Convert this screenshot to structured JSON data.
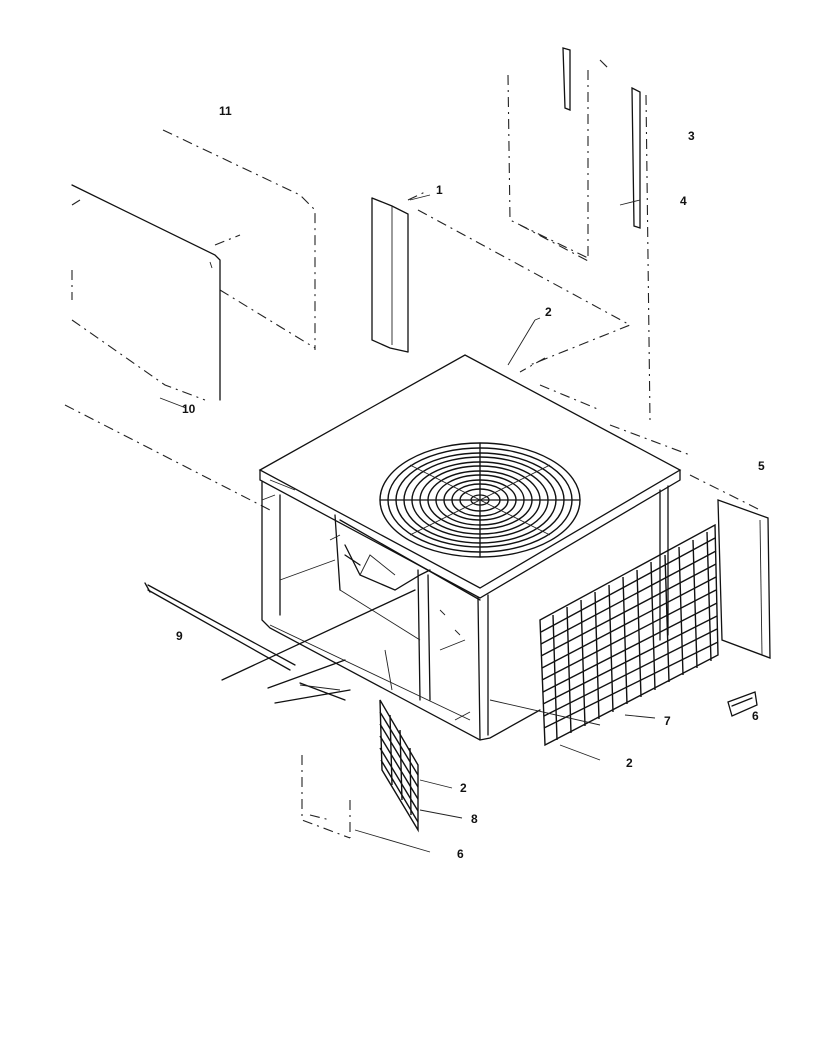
{
  "callouts": {
    "c1": "1",
    "c2a": "2",
    "c2b": "2",
    "c2c": "2",
    "c3": "3",
    "c4": "4",
    "c5": "5",
    "c6a": "6",
    "c6b": "6",
    "c7": "7",
    "c8": "8",
    "c9": "9",
    "c10": "10",
    "c11": "11"
  }
}
